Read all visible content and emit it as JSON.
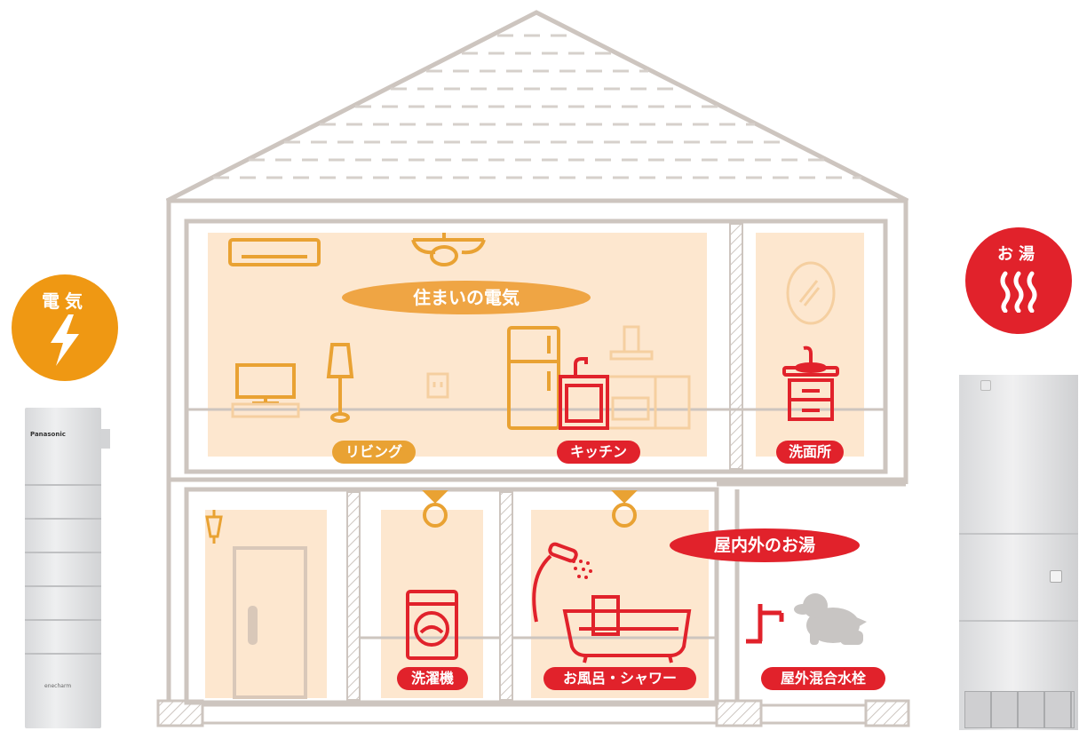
{
  "badges": {
    "electric": {
      "label": "電気",
      "color": "#ef9813"
    },
    "hotwater": {
      "label": "お湯",
      "color": "#e1222b"
    }
  },
  "pills": {
    "home_electric": "住まいの電気",
    "indoor_outdoor_hotwater": "屋内外のお湯"
  },
  "rooms": {
    "living": "リビング",
    "kitchen": "キッチン",
    "washroom": "洗面所",
    "laundry": "洗濯機",
    "bath": "お風呂・シャワー",
    "outdoor_faucet": "屋外混合水栓"
  },
  "devices": {
    "battery_brand": "Panasonic",
    "battery_logo": "enecharm"
  },
  "colors": {
    "line": "#cdc5bf",
    "room_fill": "#fde7cf",
    "orange": "#e9a233",
    "red": "#e1222b"
  }
}
